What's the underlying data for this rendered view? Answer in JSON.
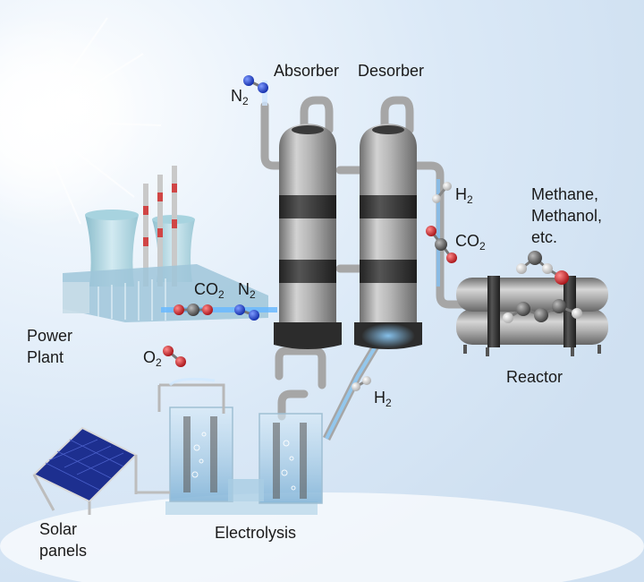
{
  "labels": {
    "absorber": "Absorber",
    "desorber": "Desorber",
    "n2_top": "N",
    "n2_top_sub": "2",
    "h2_top": "H",
    "h2_top_sub": "2",
    "co2_right": "CO",
    "co2_right_sub": "2",
    "products_line1": "Methane,",
    "products_line2": "Methanol,",
    "products_line3": "etc.",
    "co2_left": "CO",
    "co2_left_sub": "2",
    "n2_left": "N",
    "n2_left_sub": "2",
    "power_plant_line1": "Power",
    "power_plant_line2": "Plant",
    "o2": "O",
    "o2_sub": "2",
    "reactor": "Reactor",
    "h2_bottom": "H",
    "h2_bottom_sub": "2",
    "solar_line1": "Solar",
    "solar_line2": "panels",
    "electrolysis": "Electrolysis"
  },
  "colors": {
    "background_glow": "#dbe9f7",
    "tank_gray": "#9c9c9c",
    "tank_band": "#3c3c3c",
    "pipe": "#a8a8a8",
    "glow_blue": "#5aa9ff",
    "nitrogen_blue": "#1f3fd6",
    "oxygen_red": "#d8262a",
    "carbon_gray": "#5a5a5a",
    "hydrogen_white": "#f2f2f2",
    "solar_blue": "#1d2f8f",
    "chimney_red": "#d04545"
  }
}
